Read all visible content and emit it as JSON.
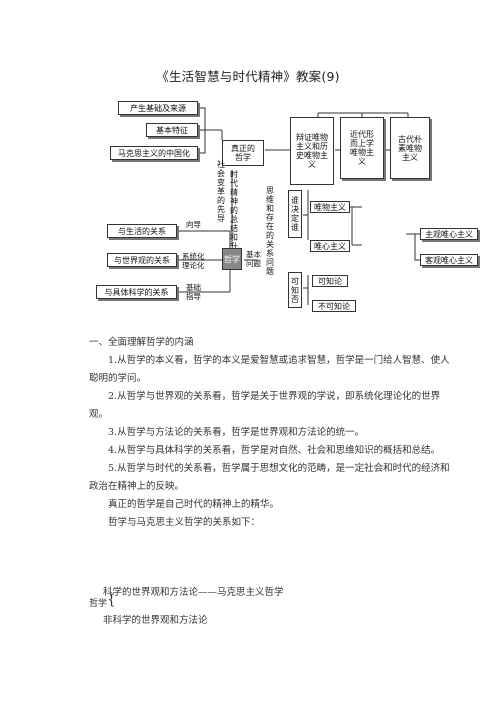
{
  "title": "《生活智慧与时代精神》教案(9)",
  "diagram": {
    "left_boxes": [
      "产生基础及来源",
      "基本特征",
      "马克思主义的中国化"
    ],
    "true_philosophy": "真正的哲学",
    "essence_v": "时代精神的总结和升华",
    "vanguard_v": "社会变革的先导",
    "materialism_boxes": [
      "辩证唯物主义和历史唯物主义",
      "近代形而上学唯物主义",
      "古代朴素唯物主义"
    ],
    "bottom_boxes": [
      "与生活的关系",
      "与世界观的关系",
      "与具体科学的关系"
    ],
    "rel_labels": [
      "向导",
      "系统化理论化",
      "基础指导"
    ],
    "center": "哲学",
    "basic_question": "基本问题",
    "thinking_v": "思维和存在的关系问题",
    "who_decides": "谁决定谁",
    "materialism": "唯物主义",
    "idealism": "唯心主义",
    "subjective": "主观唯心主义",
    "objective": "客观唯心主义",
    "knowable_q": "可知否",
    "knowable": "可知论",
    "unknowable": "不可知论"
  },
  "text": {
    "heading": "一、全面理解哲学的内涵",
    "p1": "1.从哲学的本义看，哲学的本义是爱智慧或追求智慧，哲学是一门给人智慧、使人聪明的学问。",
    "p2": "2.从哲学与世界观的关系看，哲学是关于世界观的学说，即系统化理论化的世界观。",
    "p3": "3.从哲学与方法论的关系看，哲学是世界观和方法论的统一。",
    "p4": "4.从哲学与具体科学的关系看，哲学是对自然、社会和思维知识的概括和总结。",
    "p5": "5.从哲学与时代的关系看，哲学属于思想文化的范畴，是一定社会和时代的经济和政治在精神上的反映。",
    "p6": "真正的哲学是自己时代的精神上的精华。",
    "p7": "哲学与马克思主义哲学的关系如下：",
    "phil_label": "哲学",
    "brace": "{",
    "line_sci": "科学的世界观和方法论——马克思主义哲学",
    "line_nonsci": "非科学的世界观和方法论"
  }
}
